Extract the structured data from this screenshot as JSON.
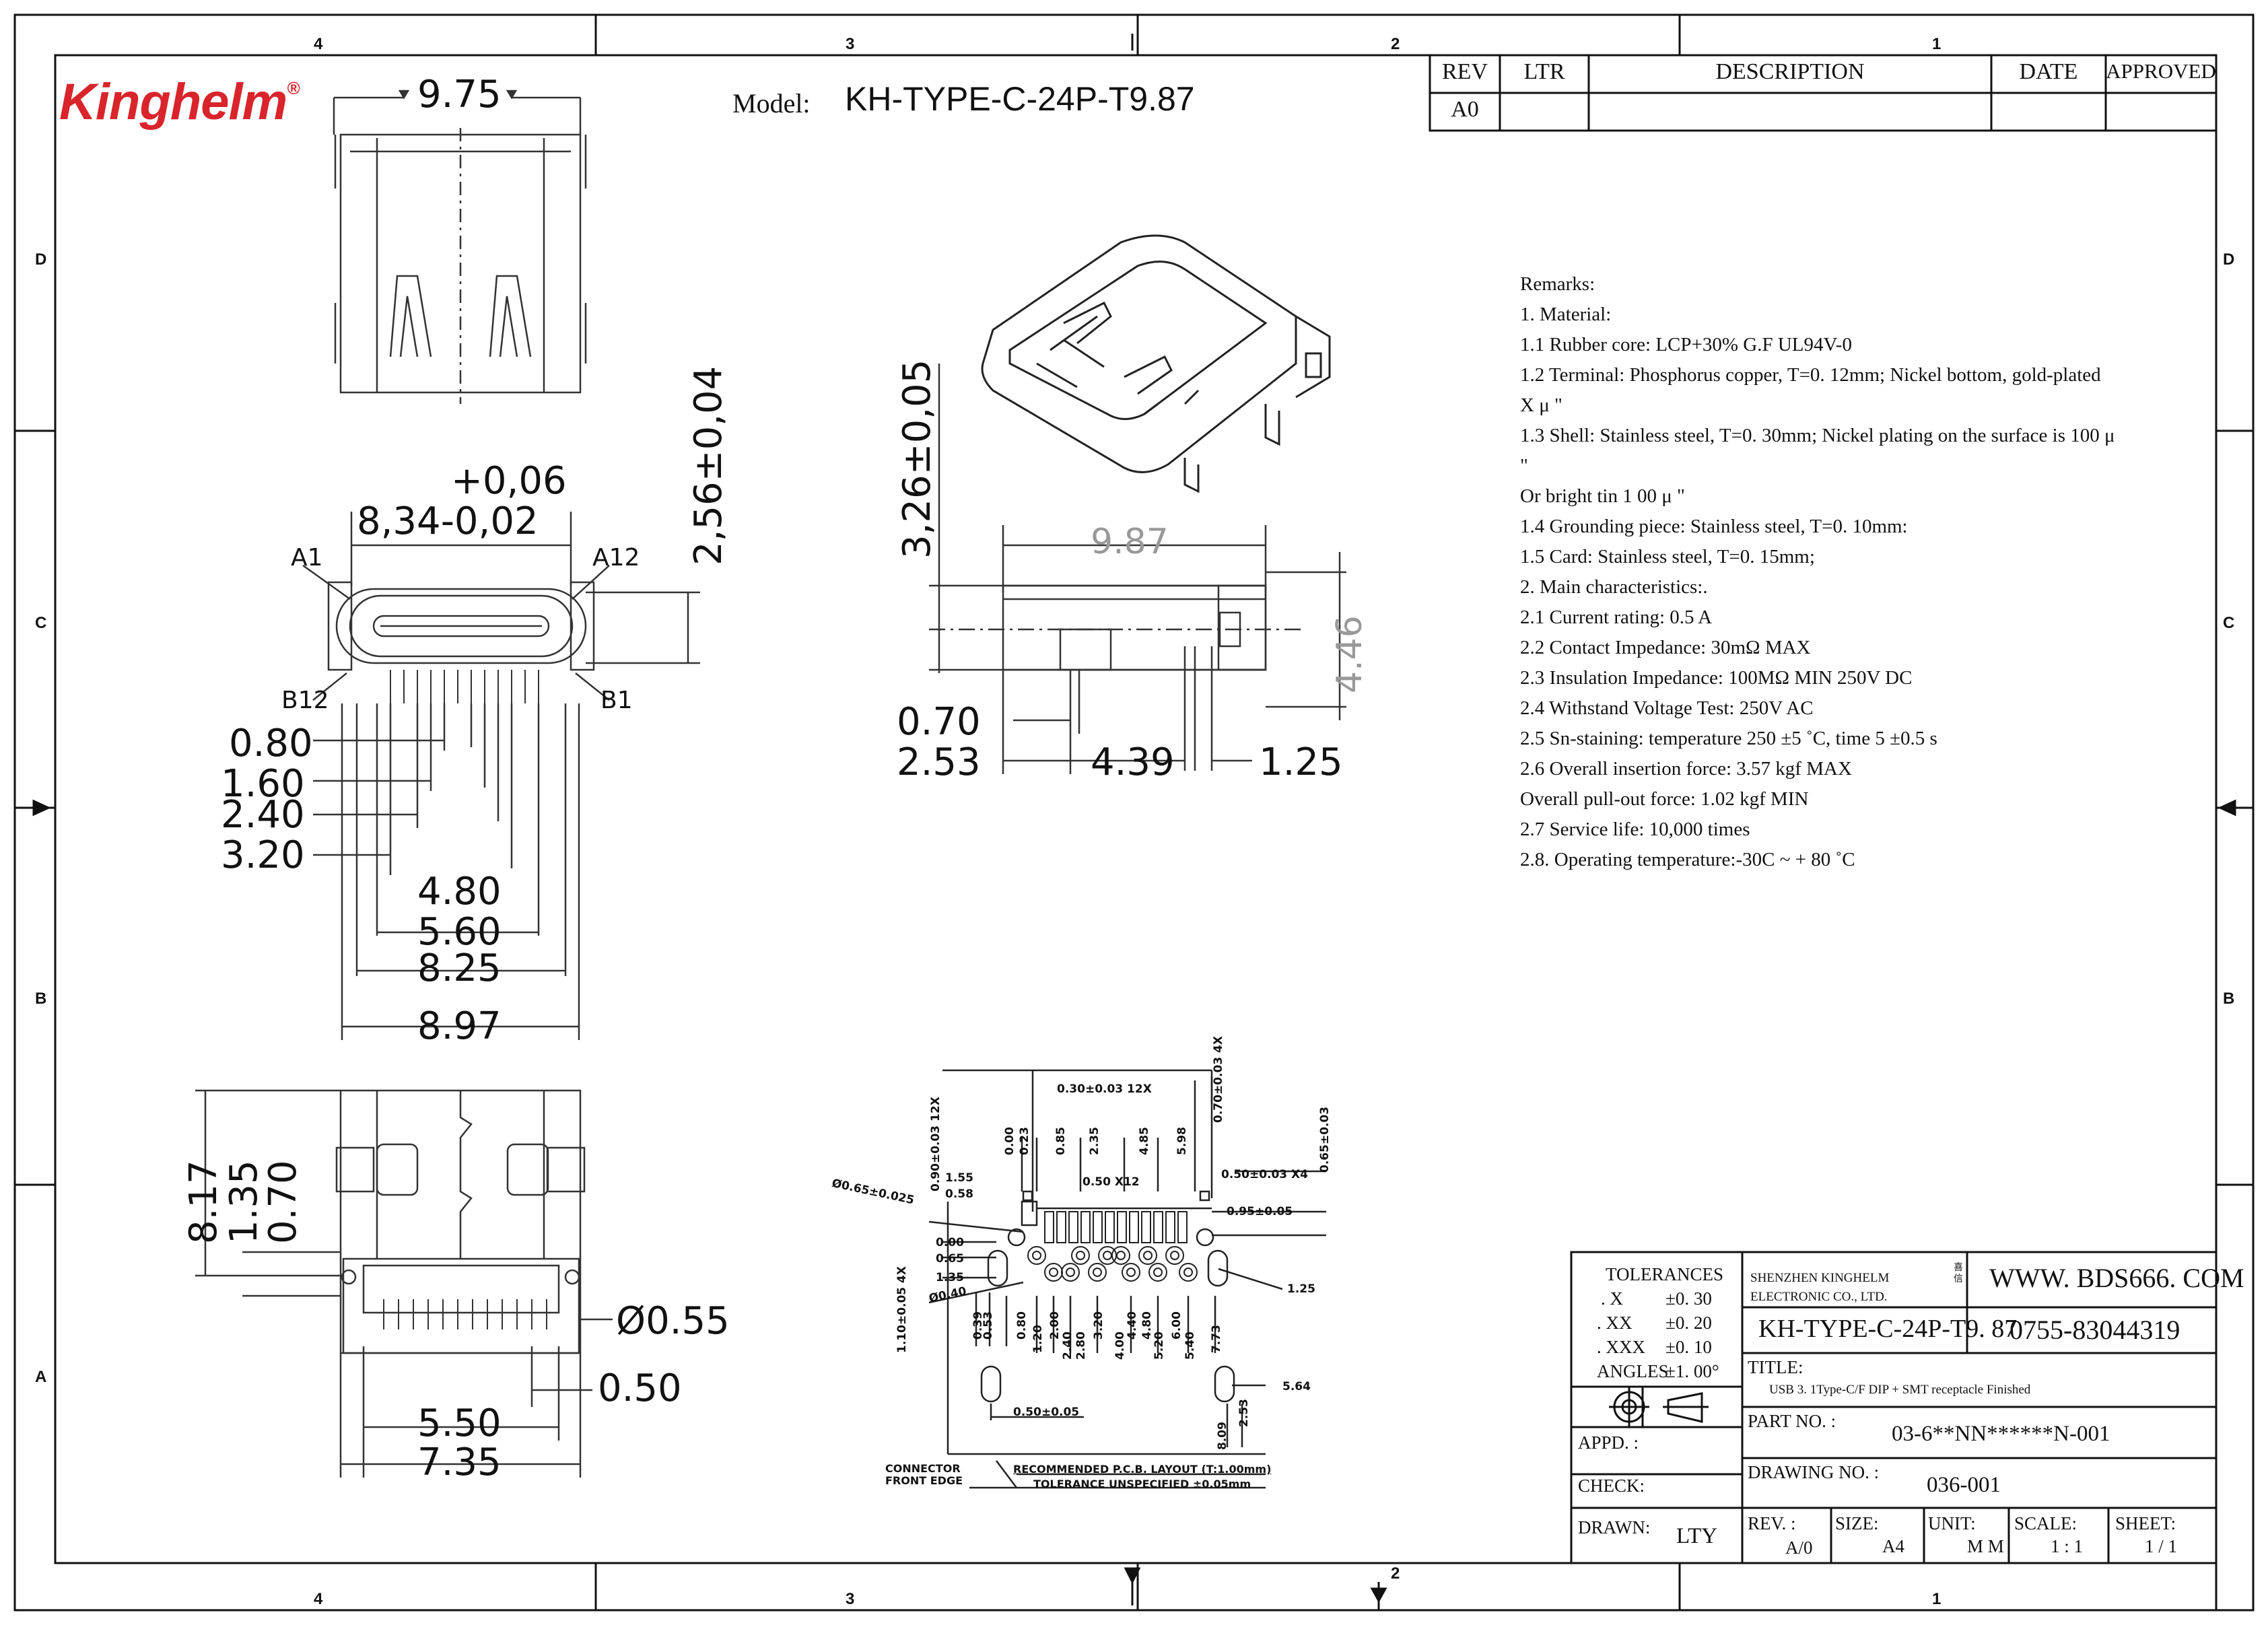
{
  "logo": "Kinghelm",
  "logo_mark": "®",
  "model_label": "Model:",
  "model_value": "KH-TYPE-C-24P-T9.87",
  "revision_table": {
    "headers": [
      "REV",
      "LTR",
      "DESCRIPTION",
      "DATE",
      "APPROVED"
    ],
    "row": [
      "A0",
      "",
      "",
      "",
      ""
    ]
  },
  "zones": {
    "columns": [
      "4",
      "3",
      "2",
      "1"
    ],
    "rows": [
      "D",
      "C",
      "B",
      "A"
    ]
  },
  "remarks": [
    "Remarks:",
    "1. Material:",
    "1.1 Rubber core: LCP+30% G.F UL94V-0",
    "1.2 Terminal: Phosphorus copper, T=0. 12mm; Nickel bottom, gold-plated",
    "X μ   \"",
    "1.3 Shell: Stainless steel, T=0. 30mm; Nickel plating on the surface is 100 μ",
    "\"",
    "Or bright tin 1 00 μ   \"",
    "1.4 Grounding piece: Stainless steel, T=0. 10mm:",
    "1.5 Card: Stainless steel, T=0. 15mm;",
    "2. Main characteristics:.",
    "2.1 Current rating: 0.5 A",
    "2.2 Contact Impedance: 30mΩ MAX",
    "2.3 Insulation Impedance: 100MΩ MIN 250V DC",
    "2.4 Withstand Voltage Test: 250V AC",
    "2.5 Sn-staining: temperature 250 ±5 ˚C, time 5 ±0.5 s",
    "2.6 Overall insertion force: 3.57 kgf MAX",
    "Overall pull-out force: 1.02 kgf MIN",
    "2.7 Service life: 10,000 times",
    "2.8. Operating temperature:-30C ~ + 80 ˚C"
  ],
  "dims": {
    "top_width": "9.75",
    "front_tol_plus": "+0,06",
    "front_width": "8,34-0,02",
    "pin_a1": "A1",
    "pin_a12": "A12",
    "pin_b12": "B12",
    "pin_b1": "B1",
    "front_height": "2,56±0,04",
    "p080": "0.80",
    "p160": "1.60",
    "p240": "2.40",
    "p320": "3.20",
    "p480": "4.80",
    "p560": "5.60",
    "p825": "8.25",
    "p897": "8.97",
    "bottom_817": "8.17",
    "bottom_135": "1.35",
    "bottom_070": "0.70",
    "bottom_dia": "Ø0.55",
    "bottom_050": "0.50",
    "bottom_550": "5.50",
    "bottom_735": "7.35",
    "side_height": "3,26±0,05",
    "side_width": "9.87",
    "side_446": "4.46",
    "side_070": "0.70",
    "side_253": "2.53",
    "side_439": "4.39",
    "side_125": "1.25"
  },
  "pcb": {
    "top_pitch": "0.30±0.03  12X",
    "left_vert": "0.90±0.03 12X",
    "right_vert": "0.70±0.03  4X",
    "far_right_vert": "0.65±0.03",
    "hole_dia": "Ø0.65±0.025",
    "d155": "1.55",
    "d058": "0.58",
    "d050x12": "0.50  X12",
    "d050x4": "0.50±0.03  X4",
    "d095": "0.95±0.05",
    "top_cols": [
      "0.00",
      "0.23",
      "0.85",
      "2.35",
      "4.85",
      "5.98"
    ],
    "d000": "0.00",
    "d065": "0.65",
    "d135": "1.35",
    "d040": "Ø0.40",
    "d110": "1.10±0.05  4X",
    "d125": "1.25",
    "bottom_cols": [
      "0.53",
      "0.39",
      "0.80",
      "1.20",
      "2.00",
      "2.40",
      "2.80",
      "3.20",
      "4.00",
      "4.40",
      "4.80",
      "5.20",
      "6.00",
      "5.40",
      "7.73"
    ],
    "d050": "0.50±0.05",
    "d564": "5.64",
    "d809": "8.09",
    "d253": "2.53",
    "connector_edge": "CONNECTOR\nFRONT EDGE",
    "layout_note": "RECOMMENDED    P.C.B.  LAYOUT  (T:1.00mm)",
    "tolerance_note": "TOLERANCE  UNSPECIFIED  ±0.05mm"
  },
  "title_block": {
    "tolerances_label": "TOLERANCES",
    "tol_rows": [
      {
        "k": ". X",
        "v": "±0. 30"
      },
      {
        "k": ". XX",
        "v": "±0. 20"
      },
      {
        "k": ". XXX",
        "v": "±0. 10"
      },
      {
        "k": "ANGLES",
        "v": "±1. 00°"
      }
    ],
    "company_line1": "SHENZHEN KINGHELM",
    "company_line2": "ELECTRONIC CO., LTD.",
    "company_mark": "喜\n信",
    "website": "WWW. BDS666. COM",
    "model": "KH-TYPE-C-24P-T9. 87",
    "phone": "0755-83044319",
    "title_label": "TITLE:",
    "title_value": "USB 3. 1Type-C/F DIP + SMT receptacle Finished",
    "appd_label": "APPD. :",
    "part_label": "PART NO. :",
    "part_value": "03-6**NN******N-001",
    "check_label": "CHECK:",
    "drawing_label": "DRAWING NO. :",
    "drawing_value": "036-001",
    "drawn_label": "DRAWN:",
    "drawn_value": "LTY",
    "rev_label": "REV. :",
    "rev_value": "A/0",
    "size_label": "SIZE:",
    "size_value": "A4",
    "unit_label": "UNIT:",
    "unit_value": "M M",
    "scale_label": "SCALE:",
    "scale_value": "1 : 1",
    "sheet_label": "SHEET:",
    "sheet_value": "1 / 1"
  }
}
